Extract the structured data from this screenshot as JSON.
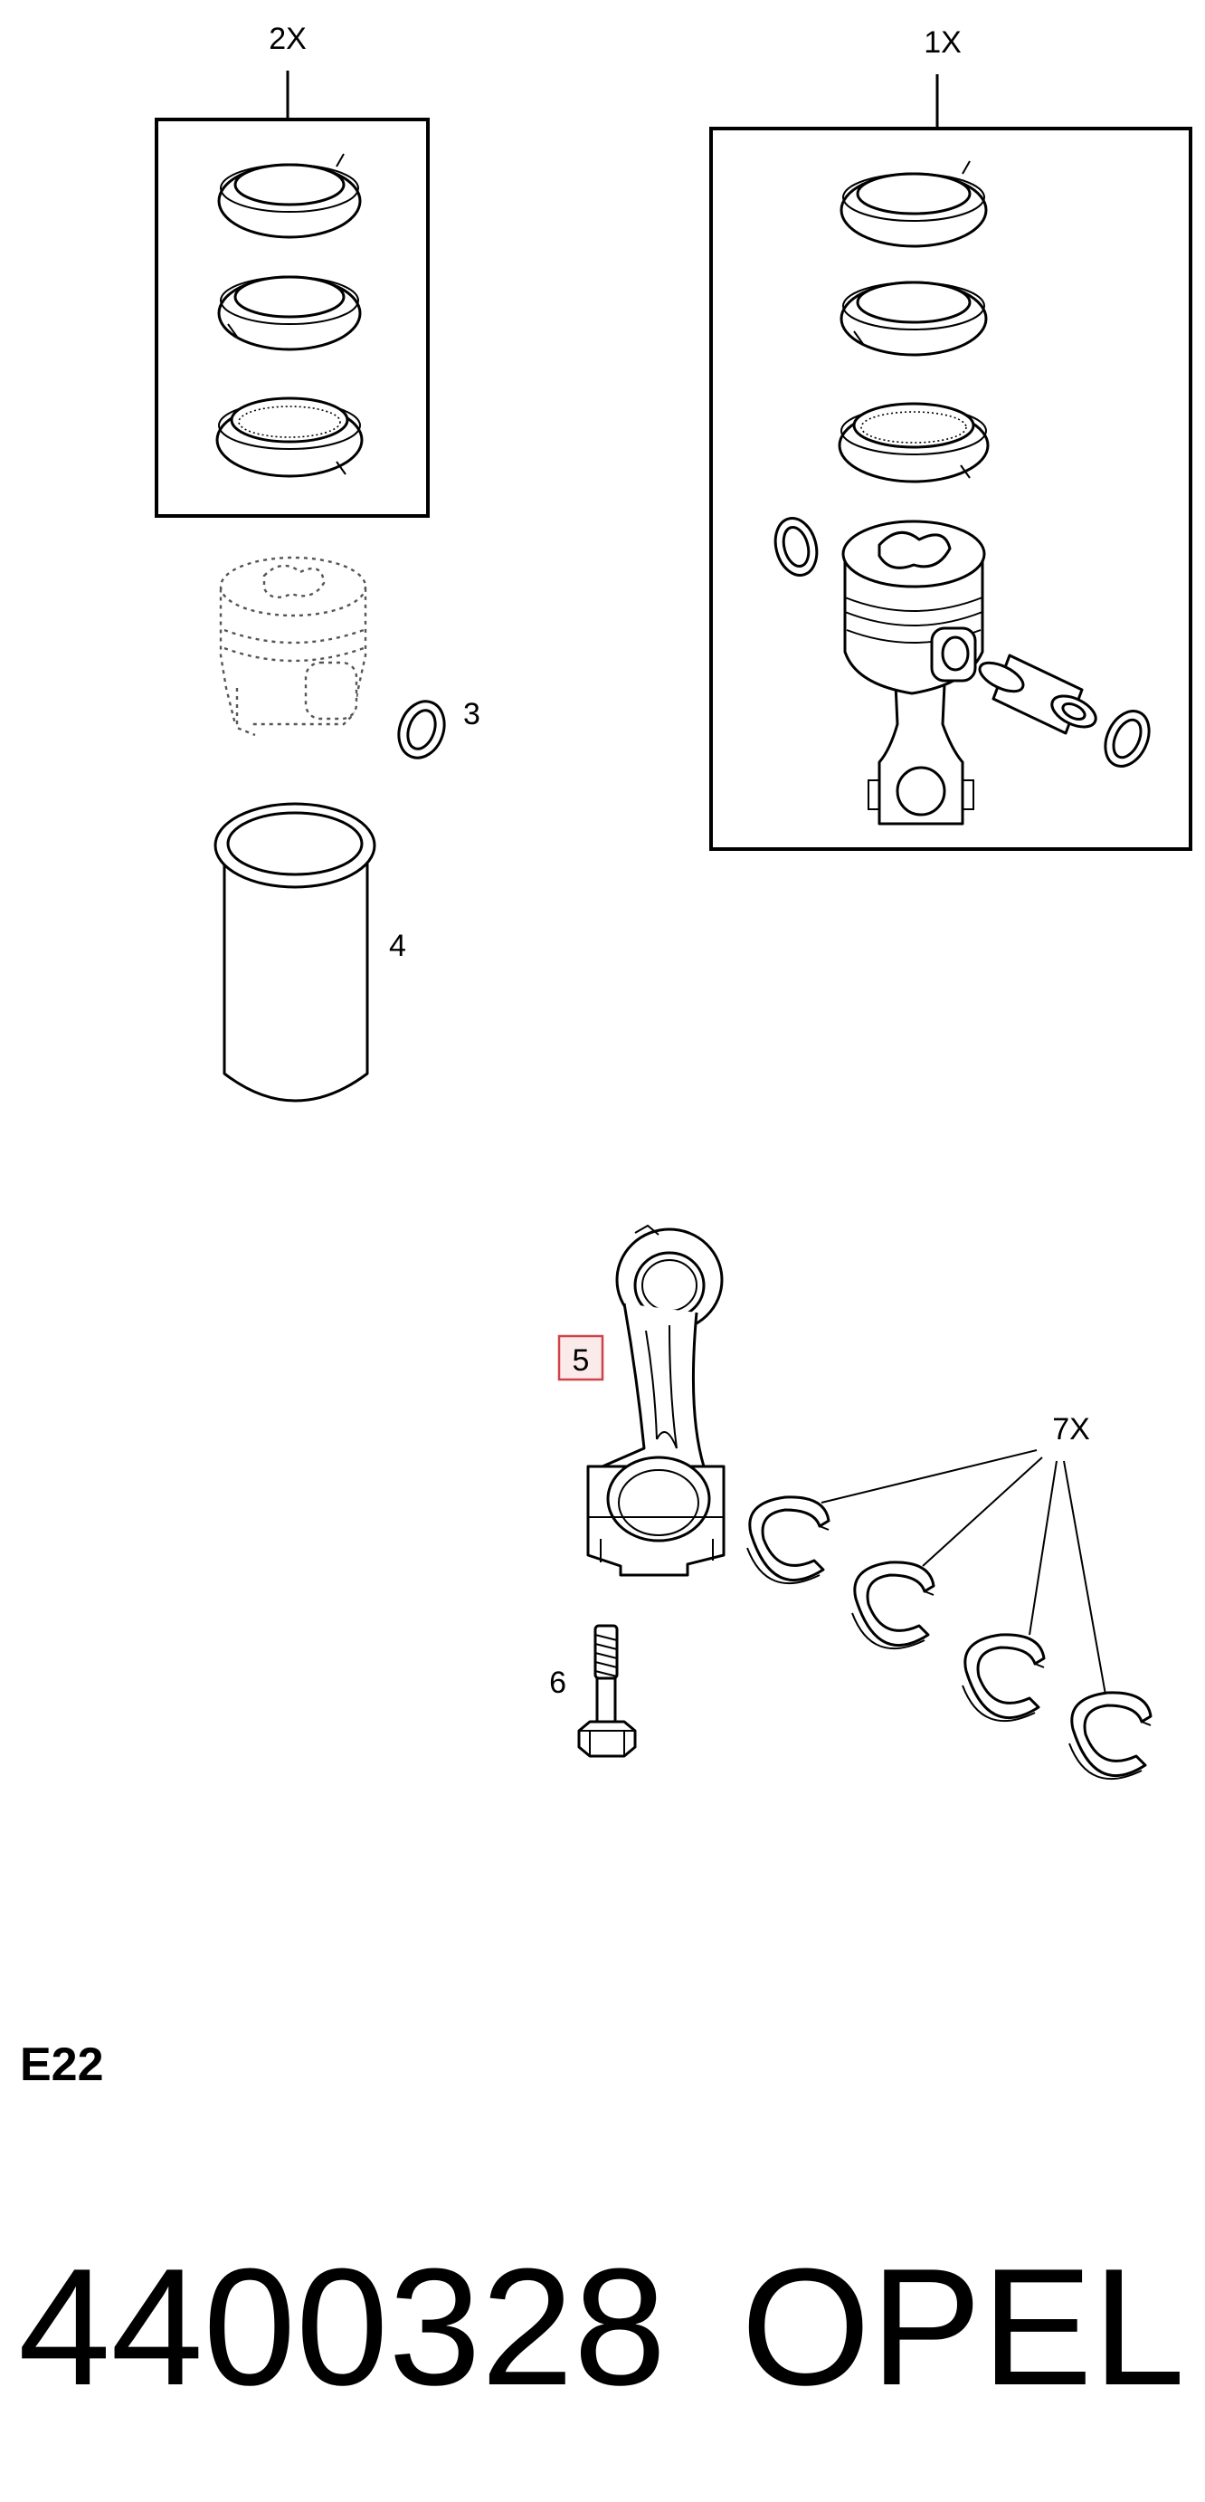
{
  "callouts": {
    "set_2x": "2X",
    "set_1x": "1X",
    "ring_3": "3",
    "liner_4": "4",
    "rod_5": "5",
    "bolt_6": "6",
    "bearings_7x": "7X"
  },
  "engine_code": "E22",
  "part_number": "4400328",
  "brand": "OPEL",
  "highlight_color": "#d0424a"
}
